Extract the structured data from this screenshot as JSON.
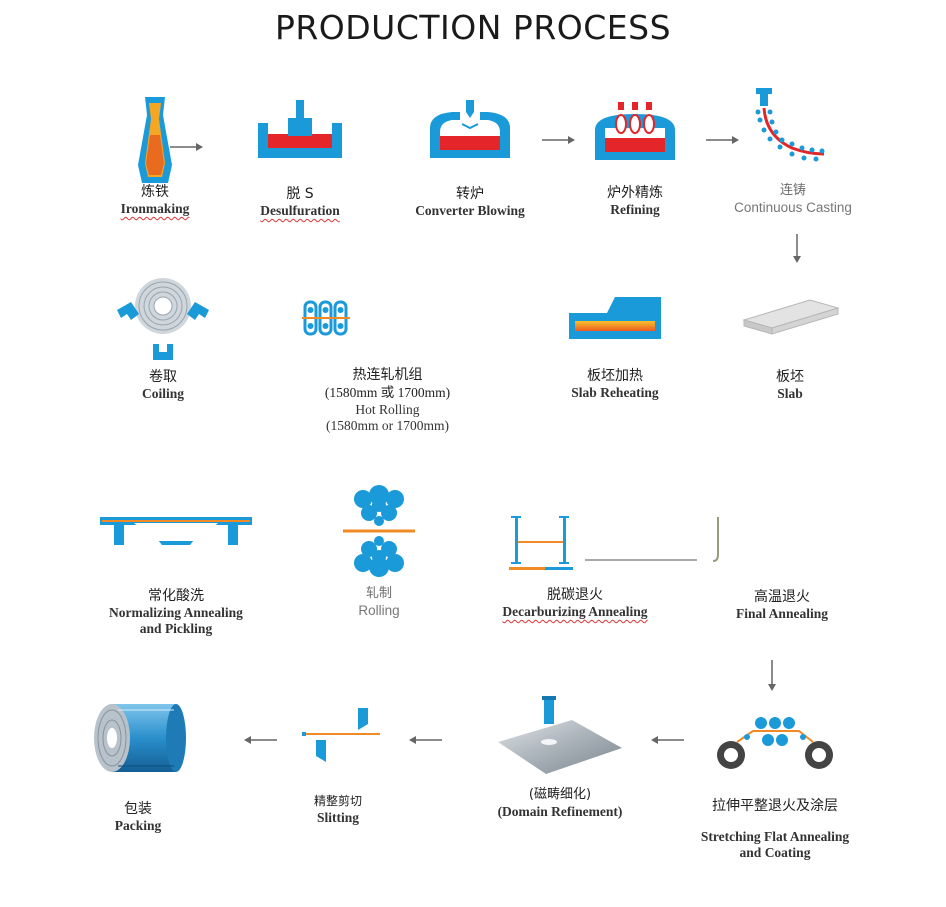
{
  "title": "PRODUCTION PROCESS",
  "colors": {
    "blue": "#1a9ad9",
    "red": "#e4262a",
    "orange": "#f08a24",
    "gray": "#777777"
  },
  "steps": [
    {
      "id": "ironmaking",
      "cn": "炼铁",
      "en": "Ironmaking"
    },
    {
      "id": "desulfuration",
      "cn": "脱 S",
      "en": "Desulfuration"
    },
    {
      "id": "converter",
      "cn": "转炉",
      "en": "Converter Blowing"
    },
    {
      "id": "refining",
      "cn": "炉外精炼",
      "en": "Refining"
    },
    {
      "id": "casting",
      "cn": "连铸",
      "en": "Continuous Casting"
    },
    {
      "id": "slab",
      "cn": "板坯",
      "en": "Slab"
    },
    {
      "id": "reheating",
      "cn": "板坯加热",
      "en": "Slab Reheating"
    },
    {
      "id": "hotrolling",
      "cn": "热连轧机组",
      "cn2": "(1580mm  或 1700mm)",
      "en": "Hot Rolling",
      "en2": "(1580mm or 1700mm)"
    },
    {
      "id": "coiling",
      "cn": "卷取",
      "en": "Coiling"
    },
    {
      "id": "pickling",
      "cn": "常化酸洗",
      "en": "Normalizing Annealing",
      "en2": "and Pickling"
    },
    {
      "id": "rolling",
      "cn": "轧制",
      "en": "Rolling"
    },
    {
      "id": "decarb",
      "cn": "脱碳退火",
      "en": "Decarburizing Annealing"
    },
    {
      "id": "final",
      "cn": "高温退火",
      "en": "Final Annealing"
    },
    {
      "id": "stretching",
      "cn": "拉伸平整退火及涂层",
      "en": "Stretching Flat Annealing",
      "en2": "and Coating"
    },
    {
      "id": "domain",
      "cn": "(磁畴细化)",
      "en": "(Domain Refinement)"
    },
    {
      "id": "slitting",
      "cn": "精整剪切",
      "en": "Slitting"
    },
    {
      "id": "packing",
      "cn": "包装",
      "en": "Packing"
    }
  ]
}
